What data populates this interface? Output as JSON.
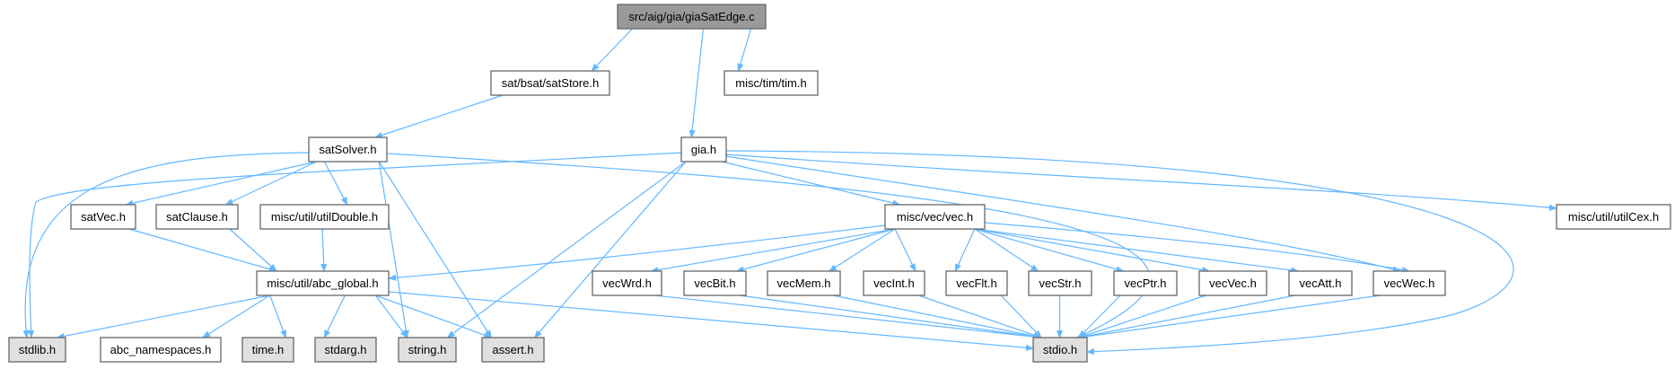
{
  "colors": {
    "edge": "#63b8ff",
    "root_fill": "#999999",
    "system_fill": "#e0e0e0",
    "node_fill": "#ffffff",
    "border": "#666666"
  },
  "nodes": [
    {
      "id": "root",
      "label": "src/aig/gia/giaSatEdge.c",
      "kind": "root"
    },
    {
      "id": "satStore",
      "label": "sat/bsat/satStore.h",
      "kind": "file"
    },
    {
      "id": "tim",
      "label": "misc/tim/tim.h",
      "kind": "file"
    },
    {
      "id": "satSolver",
      "label": "satSolver.h",
      "kind": "file"
    },
    {
      "id": "gia",
      "label": "gia.h",
      "kind": "file"
    },
    {
      "id": "satVec",
      "label": "satVec.h",
      "kind": "file"
    },
    {
      "id": "satClause",
      "label": "satClause.h",
      "kind": "file"
    },
    {
      "id": "utilDouble",
      "label": "misc/util/utilDouble.h",
      "kind": "file"
    },
    {
      "id": "vec",
      "label": "misc/vec/vec.h",
      "kind": "file"
    },
    {
      "id": "utilCex",
      "label": "misc/util/utilCex.h",
      "kind": "file"
    },
    {
      "id": "abcGlobal",
      "label": "misc/util/abc_global.h",
      "kind": "file"
    },
    {
      "id": "vecWrd",
      "label": "vecWrd.h",
      "kind": "file"
    },
    {
      "id": "vecBit",
      "label": "vecBit.h",
      "kind": "file"
    },
    {
      "id": "vecMem",
      "label": "vecMem.h",
      "kind": "file"
    },
    {
      "id": "vecInt",
      "label": "vecInt.h",
      "kind": "file"
    },
    {
      "id": "vecFlt",
      "label": "vecFlt.h",
      "kind": "file"
    },
    {
      "id": "vecStr",
      "label": "vecStr.h",
      "kind": "file"
    },
    {
      "id": "vecPtr",
      "label": "vecPtr.h",
      "kind": "file"
    },
    {
      "id": "vecVec",
      "label": "vecVec.h",
      "kind": "file"
    },
    {
      "id": "vecAtt",
      "label": "vecAtt.h",
      "kind": "file"
    },
    {
      "id": "vecWec",
      "label": "vecWec.h",
      "kind": "file"
    },
    {
      "id": "stdlib",
      "label": "stdlib.h",
      "kind": "system"
    },
    {
      "id": "abcNs",
      "label": "abc_namespaces.h",
      "kind": "file"
    },
    {
      "id": "time",
      "label": "time.h",
      "kind": "system"
    },
    {
      "id": "stdarg",
      "label": "stdarg.h",
      "kind": "system"
    },
    {
      "id": "string",
      "label": "string.h",
      "kind": "system"
    },
    {
      "id": "assert",
      "label": "assert.h",
      "kind": "system"
    },
    {
      "id": "stdio",
      "label": "stdio.h",
      "kind": "system"
    }
  ],
  "edges": [
    [
      "root",
      "satStore"
    ],
    [
      "root",
      "tim"
    ],
    [
      "root",
      "gia"
    ],
    [
      "satStore",
      "satSolver"
    ],
    [
      "satSolver",
      "stdlib"
    ],
    [
      "satSolver",
      "satVec"
    ],
    [
      "satSolver",
      "satClause"
    ],
    [
      "satSolver",
      "utilDouble"
    ],
    [
      "satSolver",
      "string"
    ],
    [
      "satSolver",
      "assert"
    ],
    [
      "satSolver",
      "stdio"
    ],
    [
      "gia",
      "stdlib"
    ],
    [
      "gia",
      "string"
    ],
    [
      "gia",
      "assert"
    ],
    [
      "gia",
      "vec"
    ],
    [
      "gia",
      "vecWec"
    ],
    [
      "gia",
      "stdio"
    ],
    [
      "gia",
      "utilCex"
    ],
    [
      "satVec",
      "abcGlobal"
    ],
    [
      "satClause",
      "abcGlobal"
    ],
    [
      "utilDouble",
      "abcGlobal"
    ],
    [
      "vec",
      "abcGlobal"
    ],
    [
      "vec",
      "vecWrd"
    ],
    [
      "vec",
      "vecBit"
    ],
    [
      "vec",
      "vecMem"
    ],
    [
      "vec",
      "vecInt"
    ],
    [
      "vec",
      "vecFlt"
    ],
    [
      "vec",
      "vecStr"
    ],
    [
      "vec",
      "vecPtr"
    ],
    [
      "vec",
      "vecVec"
    ],
    [
      "vec",
      "vecAtt"
    ],
    [
      "vec",
      "vecWec"
    ],
    [
      "abcGlobal",
      "stdlib"
    ],
    [
      "abcGlobal",
      "abcNs"
    ],
    [
      "abcGlobal",
      "time"
    ],
    [
      "abcGlobal",
      "stdarg"
    ],
    [
      "abcGlobal",
      "string"
    ],
    [
      "abcGlobal",
      "assert"
    ],
    [
      "abcGlobal",
      "stdio"
    ],
    [
      "vecWrd",
      "stdio"
    ],
    [
      "vecBit",
      "stdio"
    ],
    [
      "vecMem",
      "stdio"
    ],
    [
      "vecInt",
      "stdio"
    ],
    [
      "vecFlt",
      "stdio"
    ],
    [
      "vecStr",
      "stdio"
    ],
    [
      "vecPtr",
      "stdio"
    ],
    [
      "vecVec",
      "stdio"
    ],
    [
      "vecAtt",
      "stdio"
    ],
    [
      "vecWec",
      "stdio"
    ]
  ]
}
